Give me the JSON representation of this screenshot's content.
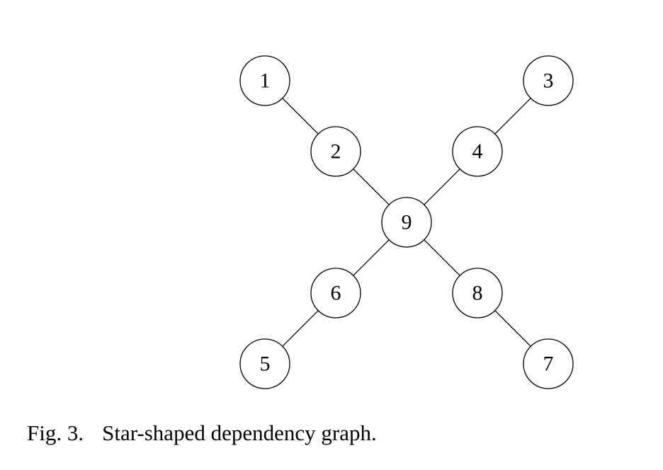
{
  "graph": {
    "nodes": [
      {
        "id": "1",
        "label": "1"
      },
      {
        "id": "2",
        "label": "2"
      },
      {
        "id": "3",
        "label": "3"
      },
      {
        "id": "4",
        "label": "4"
      },
      {
        "id": "5",
        "label": "5"
      },
      {
        "id": "6",
        "label": "6"
      },
      {
        "id": "7",
        "label": "7"
      },
      {
        "id": "8",
        "label": "8"
      },
      {
        "id": "9",
        "label": "9"
      }
    ],
    "edges": [
      [
        "1",
        "2"
      ],
      [
        "2",
        "9"
      ],
      [
        "3",
        "4"
      ],
      [
        "4",
        "9"
      ],
      [
        "9",
        "6"
      ],
      [
        "6",
        "5"
      ],
      [
        "9",
        "8"
      ],
      [
        "8",
        "7"
      ]
    ]
  },
  "caption": {
    "figure_label": "Fig. 3.",
    "text": "Star-shaped dependency graph."
  }
}
